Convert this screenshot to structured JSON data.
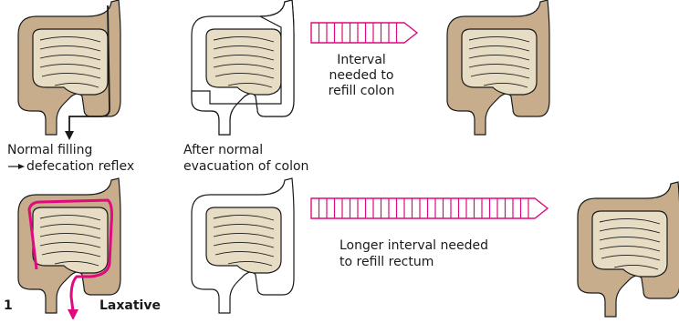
{
  "colors": {
    "colon_fill": "#c7ad8b",
    "intestine_fill": "#e7dcc4",
    "outline": "#1a1a1a",
    "arrow_accent": "#e0097f",
    "empty_fill": "#ffffff"
  },
  "labels": {
    "normal_filling": "Normal filling",
    "defecation_reflex": "defecation reflex",
    "after_normal_line1": "After normal",
    "after_normal_line2": "evacuation of colon",
    "interval_line1": "Interval",
    "interval_line2": "needed to",
    "interval_line3": "refill colon",
    "longer_line1": "Longer interval needed",
    "longer_line2": "to refill rectum",
    "panel_number": "1",
    "laxative": "Laxative"
  },
  "rows": [
    {
      "panels": [
        {
          "state": "full-colon",
          "marker": "normal-defecation-path"
        },
        {
          "state": "partially-evacuated",
          "marker": "none"
        },
        {
          "state": "refilled",
          "marker": "none"
        }
      ],
      "arrow": {
        "type": "striped-arrow",
        "length": "short",
        "icon": "striped-arrow-icon"
      }
    },
    {
      "panels": [
        {
          "state": "full-colon",
          "marker": "laxative-path"
        },
        {
          "state": "empty",
          "marker": "none"
        },
        {
          "state": "refilled",
          "marker": "none"
        }
      ],
      "arrow": {
        "type": "striped-arrow",
        "length": "long",
        "icon": "striped-arrow-icon"
      }
    }
  ]
}
